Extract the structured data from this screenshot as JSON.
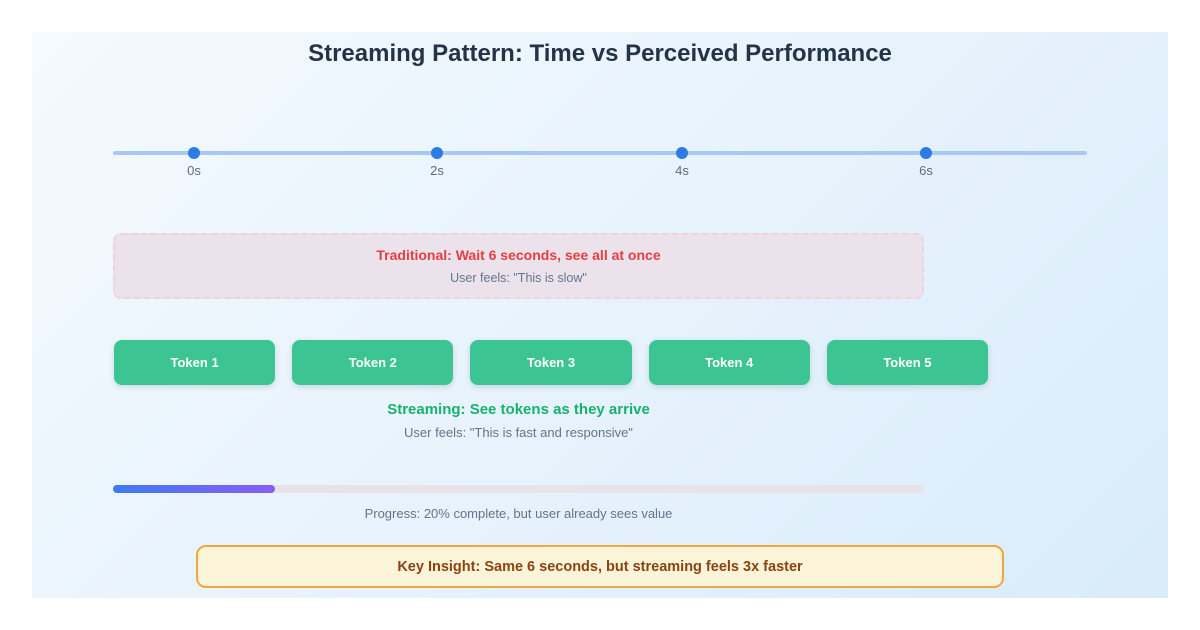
{
  "title": "Streaming Pattern: Time vs Perceived Performance",
  "timeline": {
    "ticks": [
      "0s",
      "2s",
      "4s",
      "6s"
    ],
    "dot_color": "#2d7be4",
    "line_color": "#a9c7f3"
  },
  "traditional": {
    "heading": "Traditional: Wait 6 seconds, see all at once",
    "subtext": "User feels: \"This is slow\"",
    "heading_color": "#e53e3e"
  },
  "tokens": {
    "items": [
      "Token 1",
      "Token 2",
      "Token 3",
      "Token 4",
      "Token 5"
    ],
    "color": "#3cc493"
  },
  "streaming": {
    "heading": "Streaming: See tokens as they arrive",
    "subtext": "User feels: \"This is fast and responsive\"",
    "heading_color": "#17b26d"
  },
  "progress": {
    "percent": 20,
    "caption": "Progress: 20% complete, but user already sees value",
    "fill_start_color": "#3e7bf0",
    "fill_end_color": "#8a5cf5"
  },
  "key_insight": {
    "text": "Key Insight: Same 6 seconds, but streaming feels 3x faster",
    "text_color": "#8a4412",
    "border_color": "#eba93f",
    "background_color": "#fbf4d8"
  }
}
